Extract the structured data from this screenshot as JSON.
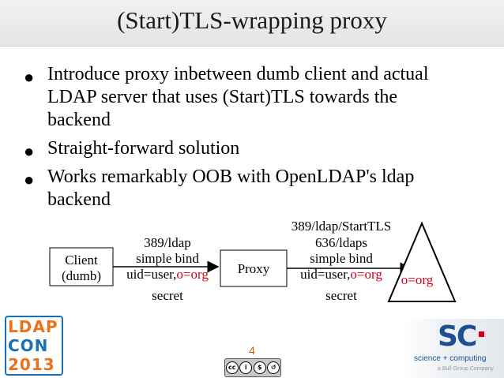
{
  "slide": {
    "title": "(Start)TLS-wrapping proxy",
    "bullets": [
      "Introduce proxy inbetween dumb client and actual LDAP server that uses (Start)TLS towards the backend",
      "Straight-forward solution",
      "Works remarkably OOB with OpenLDAP's ldap backend"
    ],
    "page_number": "4"
  },
  "diagram": {
    "client_line1": "Client",
    "client_line2": "(dumb)",
    "proxy_label": "Proxy",
    "server_label": "o=org",
    "left_arrow": {
      "line1": "389/ldap",
      "line2": "simple bind",
      "line3_a": "uid=user,",
      "line3_b": "o=org",
      "line4": "secret"
    },
    "right_arrow": {
      "line1": "389/ldap/StartTLS",
      "line2": "636/ldaps",
      "line3": "simple bind",
      "line4_a": "uid=user,",
      "line4_b": "o=org",
      "line5": "secret"
    }
  },
  "logos": {
    "ldapcon_row1": "LDAP",
    "ldapcon_row2": "CON",
    "ldapcon_row3": "2013",
    "sc_mark": "SC",
    "sc_name": "science + computing",
    "sc_tag": "a Bull Group Company",
    "cc_by": "BY",
    "cc_nc": "NC",
    "cc_sa": "SA"
  },
  "colors": {
    "accent_red": "#d0001a",
    "sc_blue": "#1d4f91",
    "ldapcon_orange": "#e8731c",
    "ldapcon_blue": "#1b6fb5"
  }
}
